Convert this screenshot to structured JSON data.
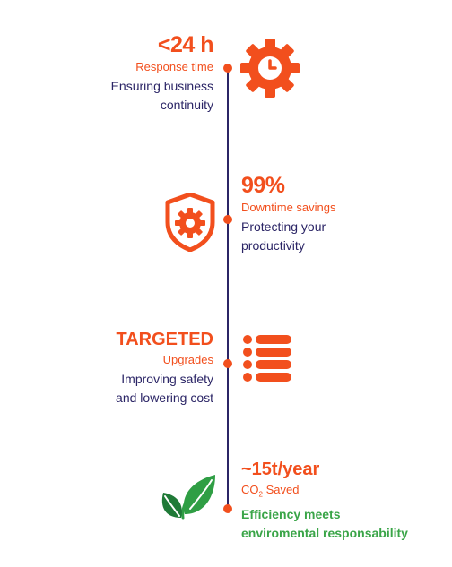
{
  "items": [
    {
      "metric": "<24 h",
      "label": "Response time",
      "desc_line1": "Ensuring business",
      "desc_line2": "continuity",
      "icon": "gear-clock-icon"
    },
    {
      "metric": "99%",
      "label": "Downtime savings",
      "desc_line1": "Protecting your",
      "desc_line2": "productivity",
      "icon": "shield-gear-icon"
    },
    {
      "metric": "TARGETED",
      "label": "Upgrades",
      "desc_line1": "Improving safety",
      "desc_line2": "and lowering cost",
      "icon": "list-icon"
    },
    {
      "metric": "~15t/year",
      "label_prefix": "CO",
      "label_subscript": "2",
      "label_suffix": " Saved",
      "desc_line1": "Efficiency meets",
      "desc_line2": "enviromental responsability",
      "icon": "leaves-icon"
    }
  ],
  "colors": {
    "accent": "#f24f1d",
    "navy": "#2b2566",
    "green": "#3aa548"
  }
}
